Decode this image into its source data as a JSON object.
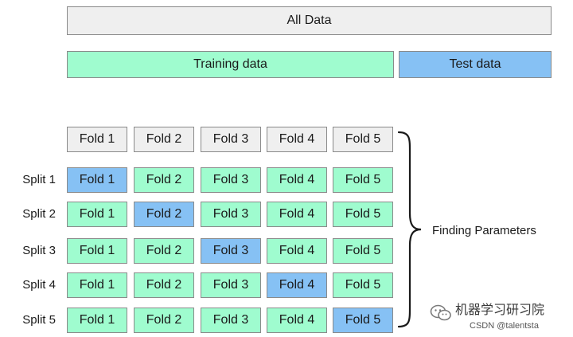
{
  "all_data_label": "All Data",
  "training_label": "Training data",
  "test_label": "Test data",
  "header_folds": [
    "Fold 1",
    "Fold 2",
    "Fold 3",
    "Fold 4",
    "Fold 5"
  ],
  "splits": [
    {
      "label": "Split 1",
      "test_fold_index": 0,
      "folds": [
        "Fold 1",
        "Fold 2",
        "Fold 3",
        "Fold 4",
        "Fold 5"
      ]
    },
    {
      "label": "Split 2",
      "test_fold_index": 1,
      "folds": [
        "Fold 1",
        "Fold 2",
        "Fold 3",
        "Fold 4",
        "Fold 5"
      ]
    },
    {
      "label": "Split 3",
      "test_fold_index": 2,
      "folds": [
        "Fold 1",
        "Fold 2",
        "Fold 3",
        "Fold 4",
        "Fold 5"
      ]
    },
    {
      "label": "Split 4",
      "test_fold_index": 3,
      "folds": [
        "Fold 1",
        "Fold 2",
        "Fold 3",
        "Fold 4",
        "Fold 5"
      ]
    },
    {
      "label": "Split 5",
      "test_fold_index": 4,
      "folds": [
        "Fold 1",
        "Fold 2",
        "Fold 3",
        "Fold 4",
        "Fold 5"
      ]
    }
  ],
  "brace_label": "Finding Parameters",
  "watermark": {
    "name": "机器学习研习院",
    "csdn": "CSDN @talentsta",
    "icon": "wechat-icon"
  },
  "colors": {
    "neutral": "#efefef",
    "training": "#9ffccf",
    "test": "#86c1f4",
    "border": "#8a8a8a"
  }
}
